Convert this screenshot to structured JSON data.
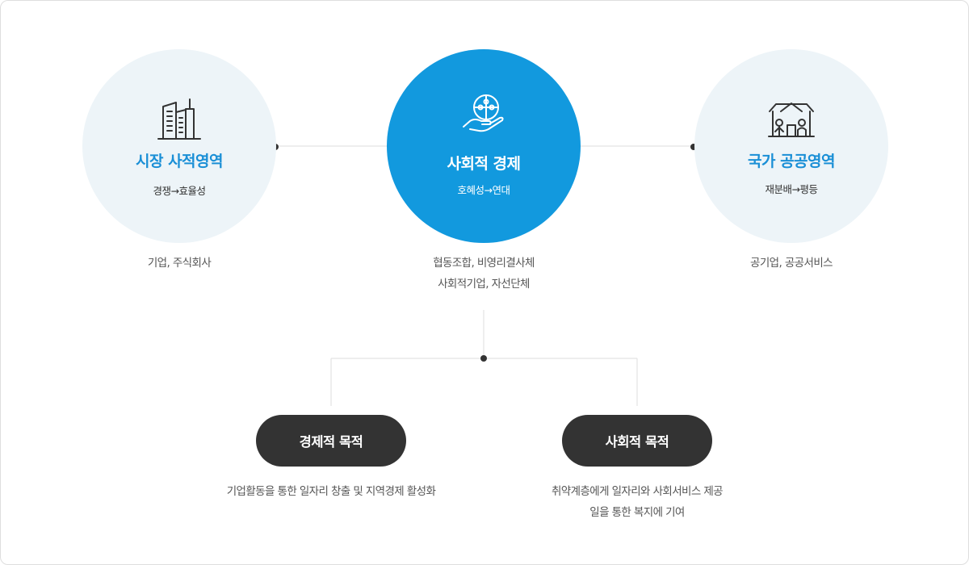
{
  "nodes": {
    "market": {
      "title": "시장 사적영역",
      "subtitle": "경쟁→효율성",
      "examples": [
        "기업, 주식회사"
      ],
      "icon": "buildings-icon"
    },
    "social": {
      "title": "사회적 경제",
      "subtitle": "호혜성→연대",
      "examples": [
        "협동조합, 비영리결사체",
        "사회적기업, 자선단체"
      ],
      "icon": "puzzle-hand-icon"
    },
    "public": {
      "title": "국가 공공영역",
      "subtitle": "재분배→평등",
      "examples": [
        "공기업, 공공서비스"
      ],
      "icon": "house-family-icon"
    }
  },
  "goals": {
    "economic": {
      "label": "경제적 목적",
      "description": [
        "기업활동을 통한 일자리 창출 및 지역경제 활성화"
      ]
    },
    "social": {
      "label": "사회적 목적",
      "description": [
        "취약계층에게 일자리와 사회서비스 제공",
        "일을 통한 복지에 기여"
      ]
    }
  },
  "colors": {
    "primary": "#1299de",
    "accent_text": "#1a8fd6",
    "light_circle": "#edf4f8",
    "pill": "#333333",
    "connector": "#dddddd",
    "dot": "#333333"
  }
}
